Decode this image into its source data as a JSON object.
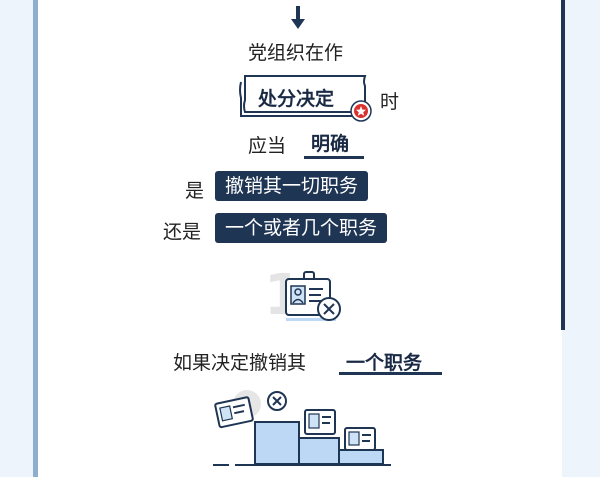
{
  "texts": {
    "line1": "党组织在作",
    "doc_label": "处分决定",
    "shi": "时",
    "ying_dang": "应当",
    "ming_que": "明确",
    "shi_label": "是",
    "option1": "撤销其一切职务",
    "hai_shi": "还是",
    "option2": "一个或者几个职务",
    "digit": "1",
    "ru_guo": "如果决定撤销其",
    "yi_ge": "一个职务"
  },
  "icons": {
    "arrow": "arrow-down-icon",
    "document": "document-icon",
    "seal": "red-seal-icon",
    "id_card": "id-card-icon",
    "cancel": "cancel-circle-icon"
  },
  "colors": {
    "navy": "#1f3554",
    "rail_light": "#8eaed0",
    "background": "#eef4fb",
    "seal_red": "#d9322c",
    "box_blue": "#bcd8f5"
  }
}
